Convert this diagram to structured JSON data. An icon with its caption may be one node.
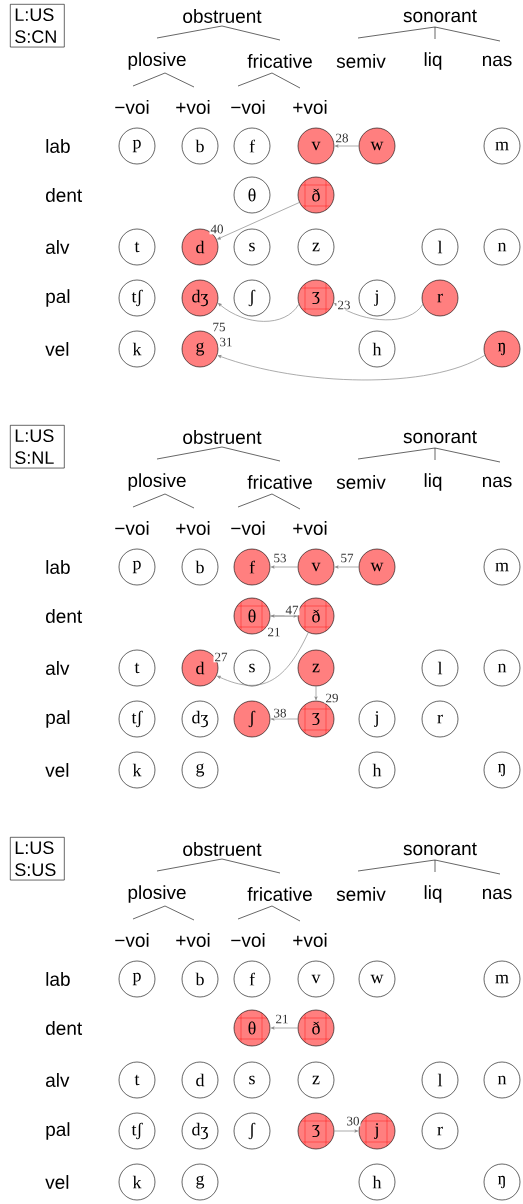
{
  "diagram": {
    "nodes": [
      {
        "text": [
          "L:US S:CN"
        ]
      },
      {
        "text": [
          "p"
        ]
      },
      {
        "text": [
          "b"
        ]
      },
      {
        "text": [
          "f"
        ]
      },
      {
        "text": [
          "v"
        ]
      },
      {
        "text": [
          "w"
        ]
      },
      {
        "text": [
          "m"
        ]
      },
      {
        "text": [
          "θ"
        ]
      },
      {
        "text": [
          "ð"
        ]
      },
      {
        "text": [
          "t"
        ]
      },
      {
        "text": [
          "d"
        ]
      },
      {
        "text": [
          "s"
        ]
      },
      {
        "text": [
          "z"
        ]
      },
      {
        "text": [
          "l"
        ]
      },
      {
        "text": [
          "n"
        ]
      },
      {
        "text": [
          "tʃ"
        ]
      },
      {
        "text": [
          "dʒ"
        ]
      },
      {
        "text": [
          "ʃ"
        ]
      },
      {
        "text": [
          "ʒ"
        ]
      },
      {
        "text": [
          "j"
        ]
      },
      {
        "text": [
          "r"
        ]
      },
      {
        "text": [
          "k"
        ]
      },
      {
        "text": [
          "g"
        ]
      },
      {
        "text": [
          "h"
        ]
      },
      {
        "text": [
          "ŋ"
        ]
      },
      {
        "text": [
          "L:US S:NL"
        ]
      },
      {
        "text": [
          "p"
        ]
      },
      {
        "text": [
          "b"
        ]
      },
      {
        "text": [
          "f"
        ]
      },
      {
        "text": [
          "v"
        ]
      },
      {
        "text": [
          "w"
        ]
      },
      {
        "text": [
          "m"
        ]
      },
      {
        "text": [
          "θ"
        ]
      },
      {
        "text": [
          "ð"
        ]
      },
      {
        "text": [
          "t"
        ]
      },
      {
        "text": [
          "d"
        ]
      },
      {
        "text": [
          "s"
        ]
      },
      {
        "text": [
          "z"
        ]
      },
      {
        "text": [
          "l"
        ]
      },
      {
        "text": [
          "n"
        ]
      },
      {
        "text": [
          "tʃ"
        ]
      },
      {
        "text": [
          "dʒ"
        ]
      },
      {
        "text": [
          "ʃ"
        ]
      },
      {
        "text": [
          "ʒ"
        ]
      },
      {
        "text": [
          "j"
        ]
      },
      {
        "text": [
          "r"
        ]
      },
      {
        "text": [
          "k"
        ]
      },
      {
        "text": [
          "g"
        ]
      },
      {
        "text": [
          "h"
        ]
      },
      {
        "text": [
          "ŋ"
        ]
      },
      {
        "text": [
          "L:US S:US"
        ]
      },
      {
        "text": [
          "p"
        ]
      },
      {
        "text": [
          "b"
        ]
      },
      {
        "text": [
          "f"
        ]
      },
      {
        "text": [
          "v"
        ]
      },
      {
        "text": [
          "w"
        ]
      },
      {
        "text": [
          "m"
        ]
      },
      {
        "text": [
          "θ"
        ]
      },
      {
        "text": [
          "ð"
        ]
      },
      {
        "text": [
          "t"
        ]
      },
      {
        "text": [
          "d"
        ]
      },
      {
        "text": [
          "s"
        ]
      },
      {
        "text": [
          "z"
        ]
      },
      {
        "text": [
          "l"
        ]
      },
      {
        "text": [
          "n"
        ]
      },
      {
        "text": [
          "tʃ"
        ]
      },
      {
        "text": [
          "dʒ"
        ]
      },
      {
        "text": [
          "ʃ"
        ]
      },
      {
        "text": [
          "ʒ"
        ]
      },
      {
        "text": [
          "j"
        ]
      },
      {
        "text": [
          "r"
        ]
      },
      {
        "text": [
          "k"
        ]
      },
      {
        "text": [
          "g"
        ]
      },
      {
        "text": [
          "h"
        ]
      },
      {
        "text": [
          "ŋ"
        ]
      }
    ],
    "edges": [
      {
        "from": 5,
        "to": 4,
        "arrow": "to",
        "label": "28"
      },
      {
        "from": 8,
        "to": 10,
        "arrow": "to",
        "label": "40"
      },
      {
        "from": 18,
        "to": 16,
        "arrow": "to",
        "label": "75"
      },
      {
        "from": 20,
        "to": 18,
        "arrow": "to",
        "label": "23"
      },
      {
        "from": 24,
        "to": 22,
        "arrow": "to",
        "label": "31"
      },
      {
        "from": 30,
        "to": 29,
        "arrow": "to",
        "label": "57"
      },
      {
        "from": 29,
        "to": 28,
        "arrow": "to",
        "label": "53"
      },
      {
        "from": 33,
        "to": 32,
        "arrow": "to",
        "label": "47"
      },
      {
        "from": 32,
        "to": 33,
        "arrow": "to",
        "label": "21"
      },
      {
        "from": 33,
        "to": 35,
        "arrow": "to",
        "label": "27"
      },
      {
        "from": 37,
        "to": 43,
        "arrow": "to",
        "label": "29"
      },
      {
        "from": 43,
        "to": 42,
        "arrow": "to",
        "label": "38"
      },
      {
        "from": 58,
        "to": 57,
        "arrow": "to",
        "label": "21"
      },
      {
        "from": 68,
        "to": 69,
        "arrow": "to",
        "label": "30"
      }
    ],
    "labels": [
      "obstruent",
      "sonorant",
      "plosive",
      "fricative",
      "semiv",
      "liq",
      "nas",
      "−voi",
      "+voi",
      "−voi",
      "+voi",
      "lab",
      "dent",
      "alv",
      "pal",
      "vel",
      "obstruent",
      "sonorant",
      "plosive",
      "fricative",
      "semiv",
      "liq",
      "nas",
      "−voi",
      "+voi",
      "−voi",
      "+voi",
      "lab",
      "dent",
      "alv",
      "pal",
      "vel",
      "obstruent",
      "sonorant",
      "plosive",
      "fricative",
      "semiv",
      "liq",
      "nas",
      "−voi",
      "+voi",
      "−voi",
      "+voi",
      "lab",
      "dent",
      "alv",
      "pal",
      "vel"
    ]
  }
}
